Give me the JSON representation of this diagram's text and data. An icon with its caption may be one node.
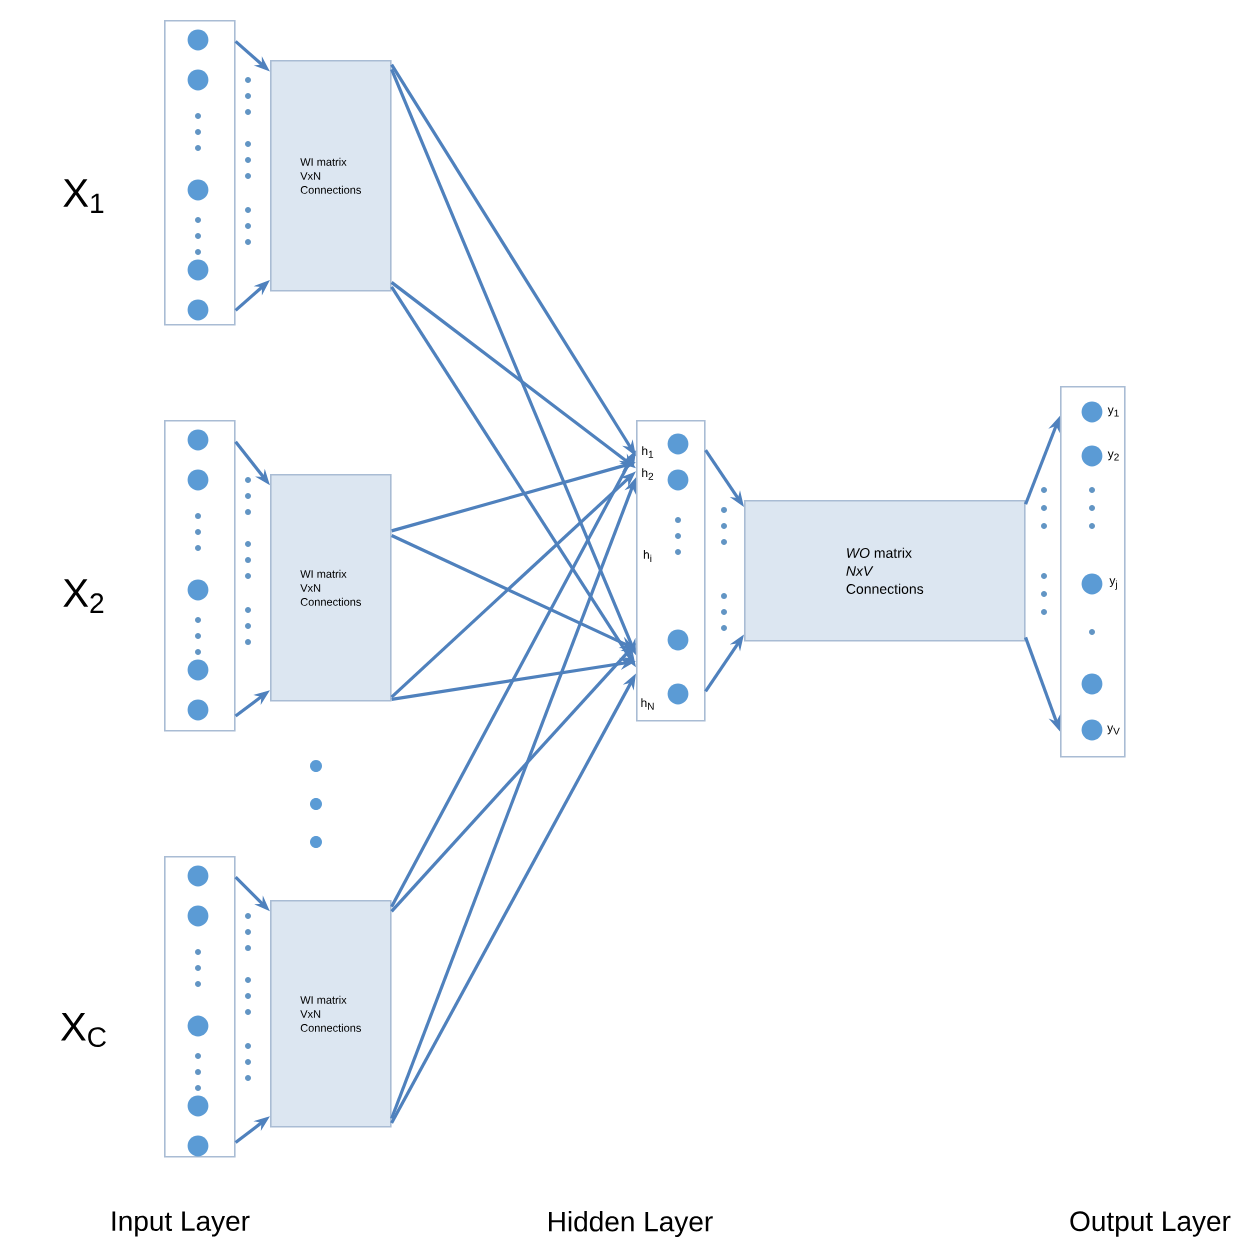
{
  "diagram": {
    "nodes": [
      {
        "text": [],
        "shape": "box",
        "beside": [
          "X$_{1}$"
        ]
      },
      {
        "text": [
          "WI matrix",
          "VxN",
          "Connections"
        ]
      },
      {
        "text": [],
        "shape": "box",
        "beside": [
          "X$_{2}$"
        ]
      },
      {
        "text": [
          "WI matrix",
          "VxN",
          "Connections"
        ]
      },
      {
        "text": [],
        "shape": "box",
        "beside": [
          "X$_{C}$"
        ]
      },
      {
        "text": [
          "WI matrix",
          "VxN",
          "Connections"
        ]
      },
      {
        "text": [
          "h$_{1}$",
          "h$_{2}$",
          "h$_{i}$",
          "h$_{N}$"
        ]
      },
      {
        "text": [
          "*WO* matrix",
          "*NxV*",
          "Connections"
        ]
      },
      {
        "text": [
          "y$_{1}$",
          "y$_{2}$",
          "y$_{j}$",
          "y$_{V}$"
        ]
      }
    ],
    "edges": [
      {
        "from": 0,
        "to": 1,
        "arrow": "to"
      },
      {
        "from": 0,
        "to": 1,
        "arrow": "to"
      },
      {
        "from": 2,
        "to": 3,
        "arrow": "to"
      },
      {
        "from": 2,
        "to": 3,
        "arrow": "to"
      },
      {
        "from": 4,
        "to": 5,
        "arrow": "to"
      },
      {
        "from": 4,
        "to": 5,
        "arrow": "to"
      },
      {
        "from": 1,
        "to": 6,
        "arrow": "to"
      },
      {
        "from": 1,
        "to": 6,
        "arrow": "to"
      },
      {
        "from": 1,
        "to": 6,
        "arrow": "to"
      },
      {
        "from": 1,
        "to": 6,
        "arrow": "to"
      },
      {
        "from": 3,
        "to": 6,
        "arrow": "to"
      },
      {
        "from": 3,
        "to": 6,
        "arrow": "to"
      },
      {
        "from": 3,
        "to": 6,
        "arrow": "to"
      },
      {
        "from": 3,
        "to": 6,
        "arrow": "to"
      },
      {
        "from": 5,
        "to": 6,
        "arrow": "to"
      },
      {
        "from": 5,
        "to": 6,
        "arrow": "to"
      },
      {
        "from": 5,
        "to": 6,
        "arrow": "to"
      },
      {
        "from": 5,
        "to": 6,
        "arrow": "to"
      },
      {
        "from": 6,
        "to": 7,
        "arrow": "to"
      },
      {
        "from": 6,
        "to": 7,
        "arrow": "to"
      },
      {
        "from": 7,
        "to": 8,
        "arrow": "to"
      },
      {
        "from": 7,
        "to": 8,
        "arrow": "to"
      }
    ],
    "labels": [
      "Input Layer",
      "Hidden Layer",
      "Output Layer"
    ]
  }
}
